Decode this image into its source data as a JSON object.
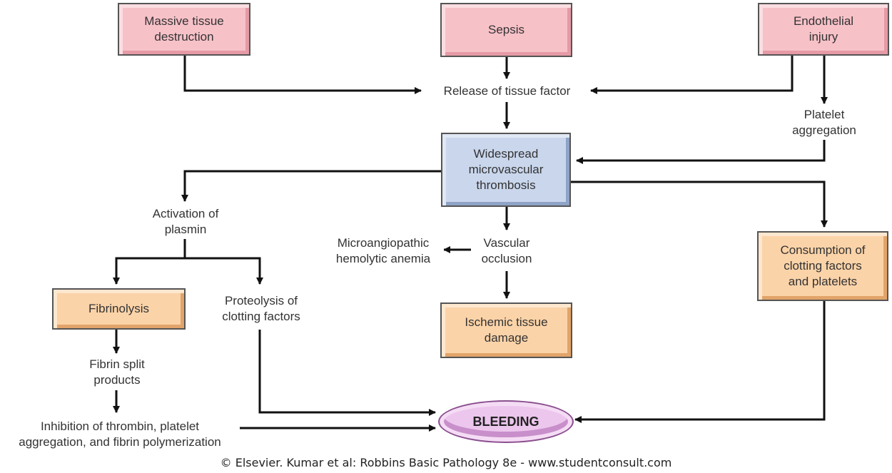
{
  "nodes": {
    "massive_tissue_destruction": "Massive tissue\ndestruction",
    "sepsis": "Sepsis",
    "endothelial_injury": "Endothelial\ninjury",
    "release_tissue_factor": "Release of tissue factor",
    "platelet_aggregation": "Platelet\naggregation",
    "widespread_thrombosis": "Widespread\nmicrovascular\nthrombosis",
    "activation_plasmin": "Activation of\nplasmin",
    "microangiopathic_anemia": "Microangiopathic\nhemolytic anemia",
    "vascular_occlusion": "Vascular\nocclusion",
    "consumption": "Consumption of\nclotting factors\nand platelets",
    "fibrinolysis": "Fibrinolysis",
    "proteolysis": "Proteolysis of\nclotting factors",
    "ischemic_damage": "Ischemic tissue\ndamage",
    "fibrin_split": "Fibrin split\nproducts",
    "inhibition": "Inhibition of thrombin, platelet\naggregation, and fibrin polymerization",
    "bleeding": "BLEEDING"
  },
  "colors": {
    "trigger": "#f7c1c8",
    "central": "#c9d6ec",
    "outcome": "#fbd3a8",
    "bleeding": "#ecc6ec"
  },
  "footer": "© Elsevier. Kumar et al: Robbins Basic Pathology 8e - www.studentconsult.com"
}
